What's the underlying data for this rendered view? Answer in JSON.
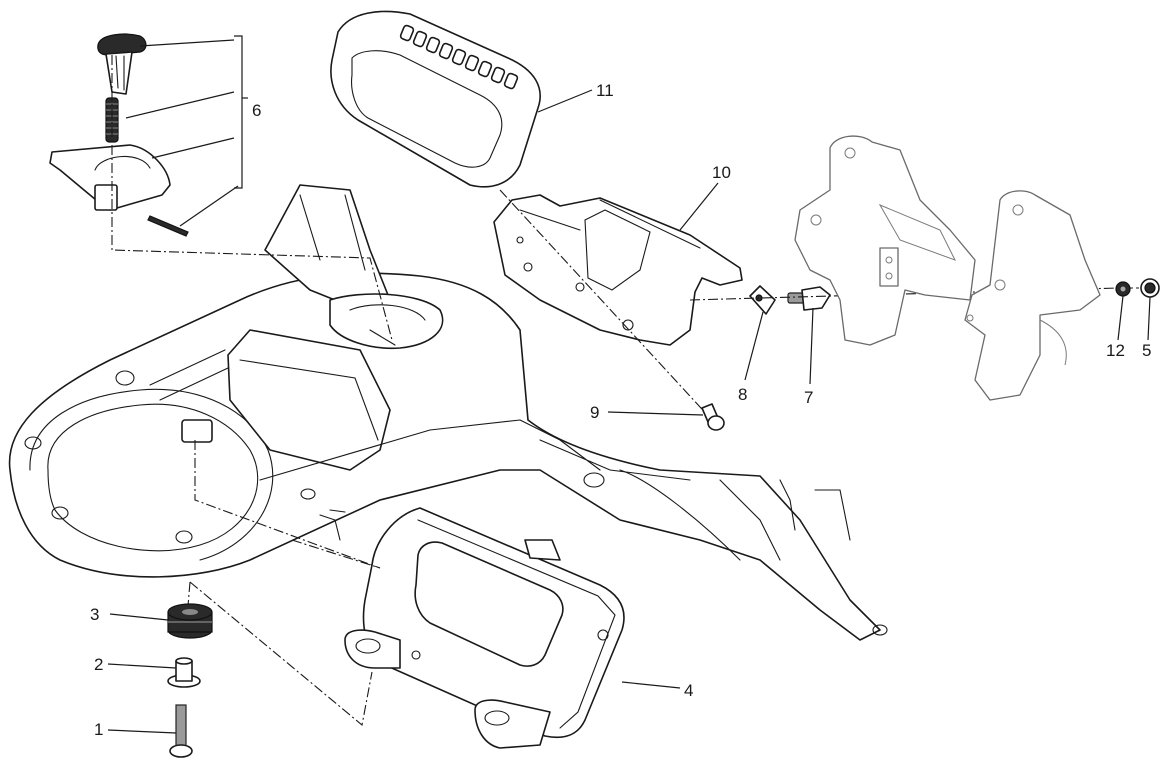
{
  "diagram": {
    "type": "exploded-parts-view",
    "callouts": {
      "p1": "1",
      "p2": "2",
      "p3": "3",
      "p4": "4",
      "p5": "5",
      "p6": "6",
      "p7": "7",
      "p8": "8",
      "p9": "9",
      "p10": "10",
      "p11": "11",
      "p12": "12"
    },
    "colors": {
      "line": "#1a1a1a",
      "background": "#ffffff",
      "ghost_part": "#6a6a6a"
    }
  }
}
